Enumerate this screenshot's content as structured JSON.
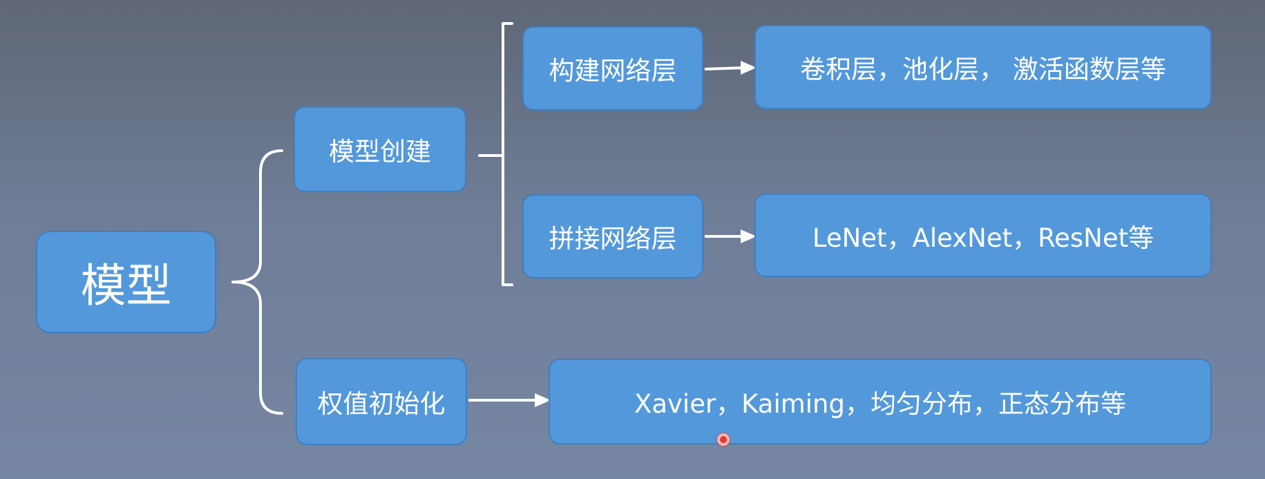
{
  "diagram": {
    "root": {
      "label": "模型"
    },
    "branches": [
      {
        "label": "模型创建",
        "children": [
          {
            "label": "构建网络层",
            "result": "卷积层，池化层， 激活函数层等"
          },
          {
            "label": "拼接网络层",
            "result": "LeNet，AlexNet，ResNet等"
          }
        ]
      },
      {
        "label": "权值初始化",
        "result": "Xavier，Kaiming，均匀分布，正态分布等"
      }
    ]
  },
  "colors": {
    "node_fill": "#5398db",
    "node_border": "#3f7fc0",
    "connector": "#ffffff",
    "pointer": "#e53935"
  }
}
